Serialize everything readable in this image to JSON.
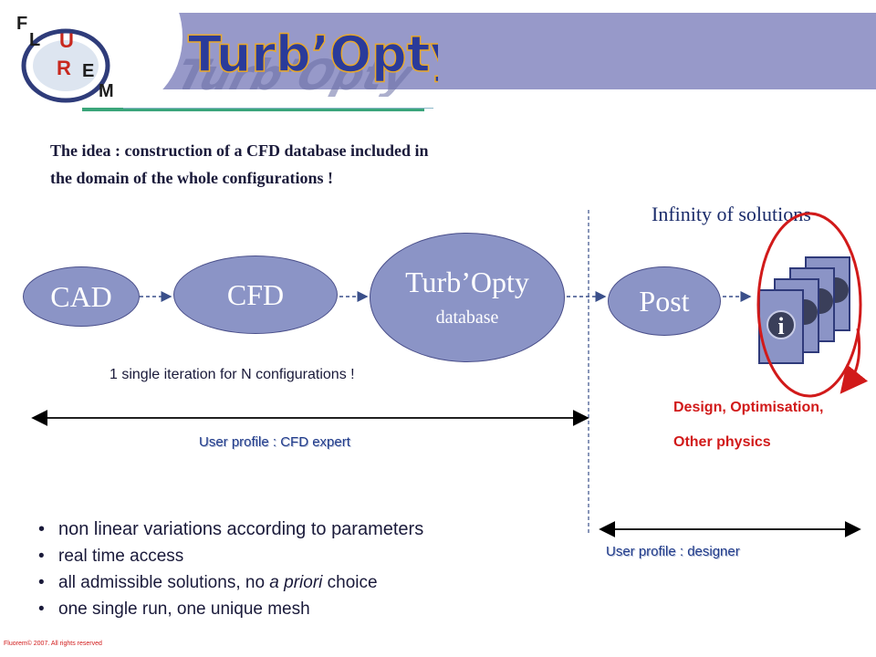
{
  "header": {
    "logo_letters": [
      "F",
      "L",
      "U",
      "R",
      "E",
      "M"
    ],
    "title": "Turb’Opty"
  },
  "idea": {
    "line1": "The idea : construction of a CFD database included in",
    "line2": "the domain of the whole configurations !"
  },
  "infinity_label": "Infinity of solutions",
  "flow": {
    "cad": "CAD",
    "cfd": "CFD",
    "turbopty_title": "Turb’Opty",
    "turbopty_sub": "database",
    "post": "Post"
  },
  "iteration_note": "1 single iteration  for N configurations !",
  "profiles": {
    "cfd_expert": "User profile : CFD expert",
    "designer": "User profile : designer"
  },
  "outcomes": {
    "line1": "Design, Optimisation,",
    "line2": "Other physics"
  },
  "bullets": [
    "non linear variations according to parameters",
    "real time access",
    "all admissible solutions, no a priori choice",
    "one single run, one unique mesh"
  ],
  "copyright": "Fluorem© 2007.  All rights reserved",
  "colors": {
    "header_band": "#9799c9",
    "ellipse_fill": "#8b94c6",
    "accent_red": "#d11a1a",
    "title_blue": "#2a3b9a"
  },
  "icons": [
    "info-icon",
    "info-icon",
    "info-icon",
    "info-icon"
  ]
}
